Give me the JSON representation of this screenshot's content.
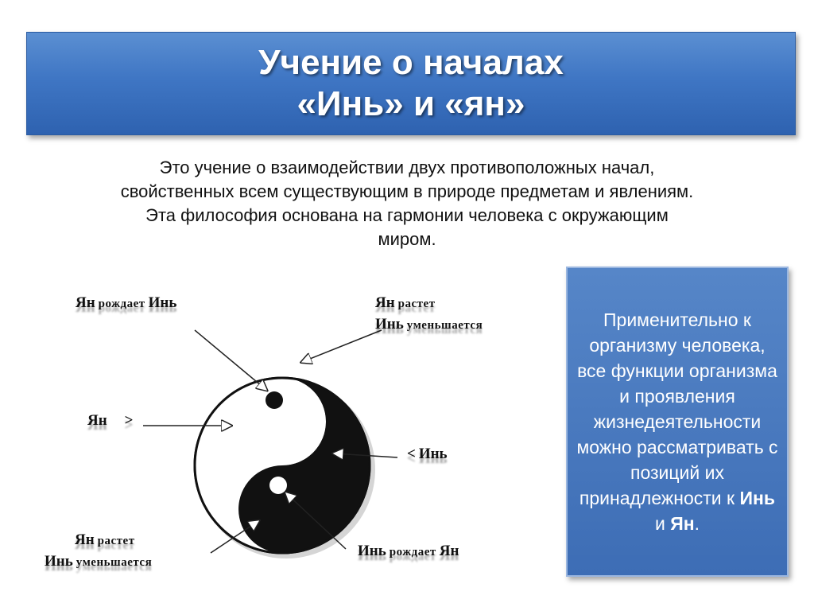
{
  "title": {
    "line1": "Учение о началах",
    "line2": "«Инь» и «ян»"
  },
  "intro": {
    "line1": "Это учение о взаимодействии двух противоположных начал,",
    "line2": "свойственных всем существующим в природе предметам и явлениям.",
    "line3": "Эта философия  основана на гармонии человека с окружающим",
    "line4": "миром."
  },
  "diagram": {
    "label_top_left": {
      "big1": "Ян",
      "small": "рождает",
      "big2": "Инь"
    },
    "label_top_right": {
      "line1_big": "Ян",
      "line1_small": "растет",
      "line2_big": "Инь",
      "line2_small": "уменьшается"
    },
    "label_left": {
      "big": "Ян",
      "mark": ">"
    },
    "label_right": {
      "mark": "<",
      "big": "Инь"
    },
    "label_bottom_left": {
      "line1_big": "Ян",
      "line1_small": "растет",
      "line2_big": "Инь",
      "line2_small": "уменьшается"
    },
    "label_bottom_right": {
      "big1": "Инь",
      "small": "рождает",
      "big2": "Ян"
    }
  },
  "sidebox": {
    "text": "Применительно к организму человека, все функции организма и проявления жизнедеятельности можно рассматривать с позиций их принадлежности к",
    "yin": "Инь",
    "and": "и",
    "yang": "Ян",
    "end": "."
  }
}
